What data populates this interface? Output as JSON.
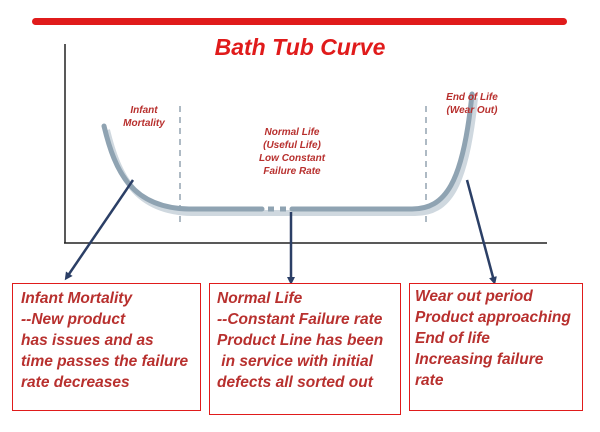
{
  "title": "Bath Tub Curve",
  "colors": {
    "accent_red": "#e01b1b",
    "label_red": "#b8302e",
    "curve": "#8fa3b2",
    "curve_shadow": "#cfd8df",
    "dashed": "#93a4b1",
    "arrow": "#2b3f66",
    "axis": "#222222"
  },
  "phases": [
    {
      "lines": [
        "Infant",
        "Mortality"
      ]
    },
    {
      "lines": [
        "Normal Life",
        "(Useful Life)",
        "Low Constant",
        "Failure Rate"
      ]
    },
    {
      "lines": [
        "End of Life",
        "(Wear Out)"
      ]
    }
  ],
  "boxes": [
    {
      "lines": [
        "Infant Mortality",
        "--New product",
        "has issues  and as",
        "time passes the failure",
        "rate decreases"
      ]
    },
    {
      "lines": [
        "Normal Life",
        "--Constant Failure rate",
        "Product Line has been",
        " in service with initial",
        "defects all sorted out"
      ]
    },
    {
      "lines": [
        "Wear out period",
        "Product approaching",
        "End of life",
        "Increasing failure",
        "rate"
      ]
    }
  ]
}
